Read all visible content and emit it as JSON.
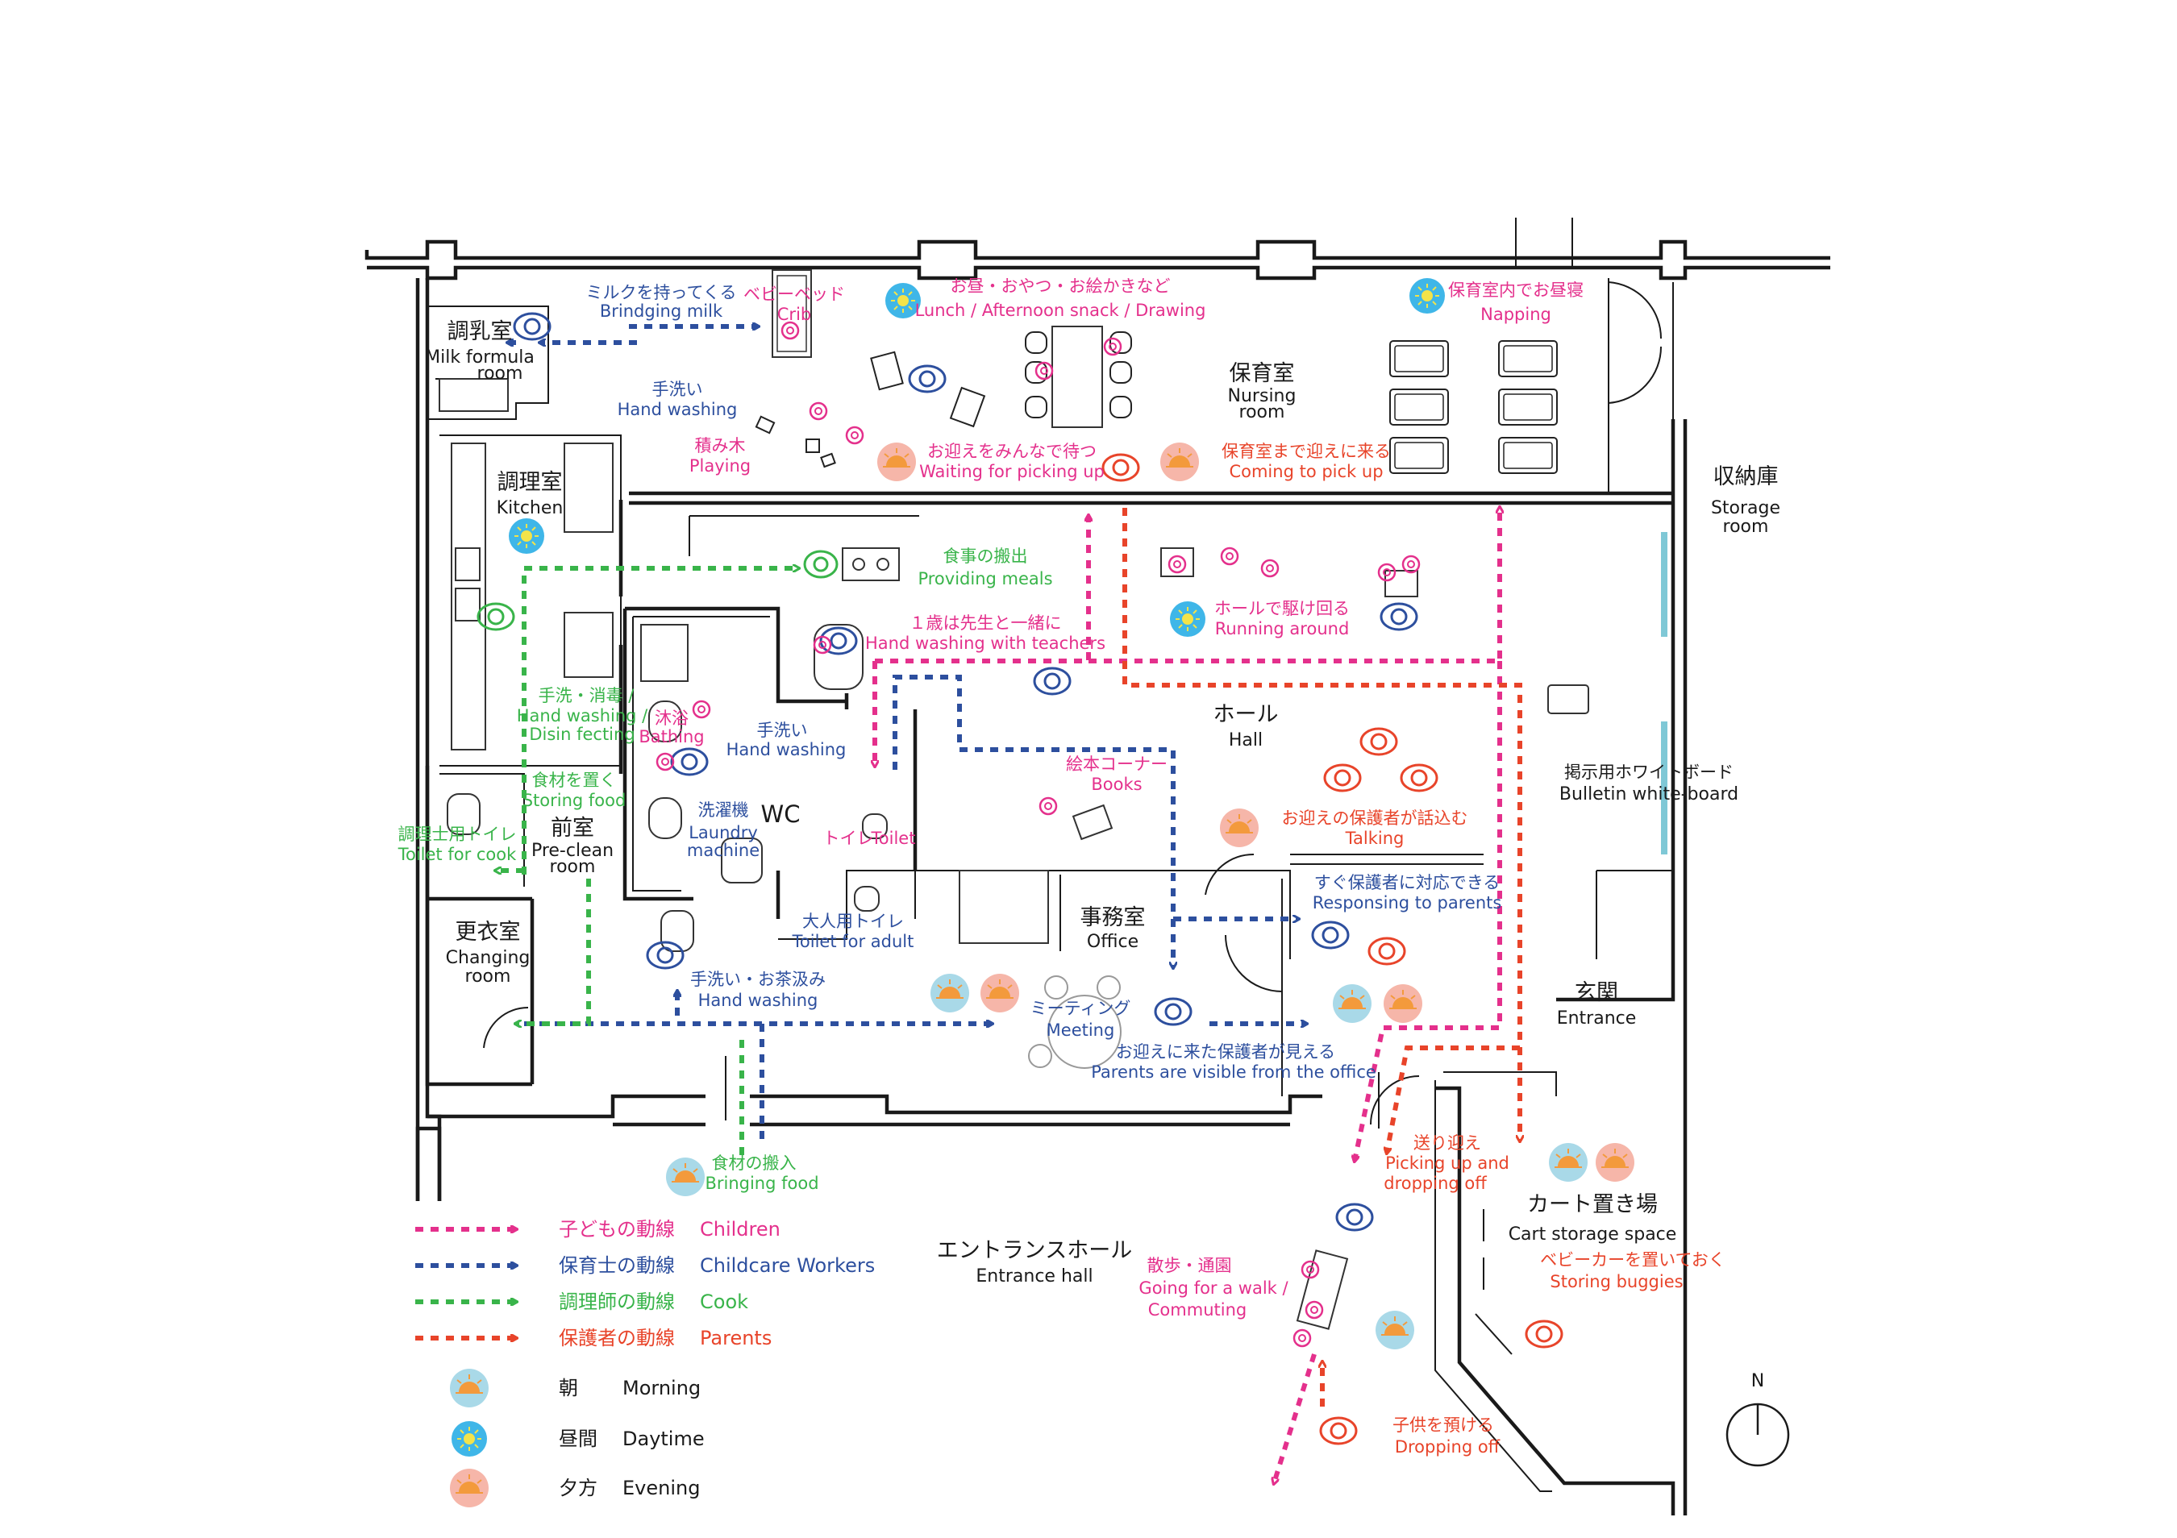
{
  "rooms": {
    "milk": {
      "jp": "調乳室",
      "en1": "Milk formula",
      "en2": "room"
    },
    "nursing": {
      "jp": "保育室",
      "en1": "Nursing",
      "en2": "room"
    },
    "storage": {
      "jp": "収納庫",
      "en1": "Storage",
      "en2": "room"
    },
    "kitchen": {
      "jp": "調理室",
      "en": "Kitchen"
    },
    "hall": {
      "jp": "ホール",
      "en": "Hall"
    },
    "wc": {
      "en": "WC"
    },
    "preclean": {
      "jp": "前室",
      "en1": "Pre-clean",
      "en2": "room"
    },
    "changing": {
      "jp": "更衣室",
      "en1": "Changing",
      "en2": "room"
    },
    "office": {
      "jp": "事務室",
      "en": "Office"
    },
    "entrance": {
      "jp": "玄関",
      "en": "Entrance"
    },
    "entrance_hall": {
      "jp": "エントランスホール",
      "en": "Entrance hall"
    },
    "cart": {
      "jp": "カート置き場",
      "en": "Cart storage space"
    },
    "bulletin": {
      "jp": "掲示用ホワイトボード",
      "en": "Bulletin white-board"
    }
  },
  "labels": {
    "milk_jp": "ミルクを持ってくる",
    "milk_en": "Brindging milk",
    "crib_jp": "ベビーベッド",
    "crib_en": "Crib",
    "lunch_jp": "お昼・おやつ・お絵かきなど",
    "lunch_en": "Lunch / Afternoon snack / Drawing",
    "nap_jp": "保育室内でお昼寝",
    "nap_en": "Napping",
    "hw1_jp": "手洗い",
    "hw1_en": "Hand washing",
    "play_jp": "積み木",
    "play_en": "Playing",
    "wait_jp": "お迎えをみんなで待つ",
    "wait_en": "Waiting  for picking up",
    "come_jp": "保育室まで迎えに来る",
    "come_en": "Coming to pick up",
    "meals_jp": "食事の搬出",
    "meals_en": "Providing meals",
    "teach_jp": "１歳は先生と一緒に",
    "teach_en": "Hand washing with teachers",
    "run_jp": "ホールで駆け回る",
    "run_en": "Running around",
    "dis_jp": "手洗・消毒 /",
    "dis_en1": "Hand washing /",
    "dis_en2": "Disin fecting",
    "bath_jp": "沐浴",
    "bath_en": "Bathing",
    "hw2_jp": "手洗い",
    "hw2_en": "Hand washing",
    "store_jp": "食材を置く",
    "store_en": "Storing food",
    "laundry_jp": "洗濯機",
    "laundry_en1": "Laundry",
    "laundry_en2": "machine",
    "toilet_jp": "トイレ",
    "toilet_en": "Toilet",
    "cooktoilet_jp": "調理士用トイレ",
    "cooktoilet_en": "Toilet  for  cook",
    "books_jp": "絵本コーナー",
    "books_en": "Books",
    "talk_jp": "お迎えの保護者が話込む",
    "talk_en": "Talking",
    "adult_jp": "大人用トイレ",
    "adult_en": "Toilet for adult",
    "respond_jp": "すぐ保護者に対応できる",
    "respond_en": "Responsing to parents",
    "hw3_jp": "手洗い・お茶汲み",
    "hw3_en": "Hand washing",
    "meet_jp": "ミーティング",
    "meet_en": "Meeting",
    "visible_jp": "お迎えに来た保護者が見える",
    "visible_en": "Parents are visible from the office",
    "pick_jp": "送り迎え",
    "pick_en1": "Picking up and",
    "pick_en2": "dropping off",
    "bring_jp": "食材の搬入",
    "bring_en": "Bringing food",
    "walk_jp": "散歩・通園",
    "walk_en1": "Going for a walk /",
    "walk_en2": "Commuting",
    "buggy_jp": "ベビーカーを置いておく",
    "buggy_en": "Storing   buggies",
    "drop_jp": "子供を預ける",
    "drop_en": "Dropping off"
  },
  "legend": {
    "children": {
      "jp": "子どもの動線",
      "en": "Children",
      "color": "#e4308c"
    },
    "workers": {
      "jp": "保育士の動線",
      "en": "Childcare Workers",
      "color": "#2d4f9e"
    },
    "cook": {
      "jp": "調理師の動線",
      "en": "Cook",
      "color": "#39b44a"
    },
    "parents": {
      "jp": "保護者の動線",
      "en": "Parents",
      "color": "#e8442a"
    },
    "morning": {
      "jp": "朝",
      "en": "Morning",
      "color": "#a9d9e8"
    },
    "daytime": {
      "jp": "昼間",
      "en": "Daytime",
      "color": "#3fb6e8"
    },
    "evening": {
      "jp": "夕方",
      "en": "Evening",
      "color": "#f6b6a9"
    }
  },
  "compass": "N"
}
